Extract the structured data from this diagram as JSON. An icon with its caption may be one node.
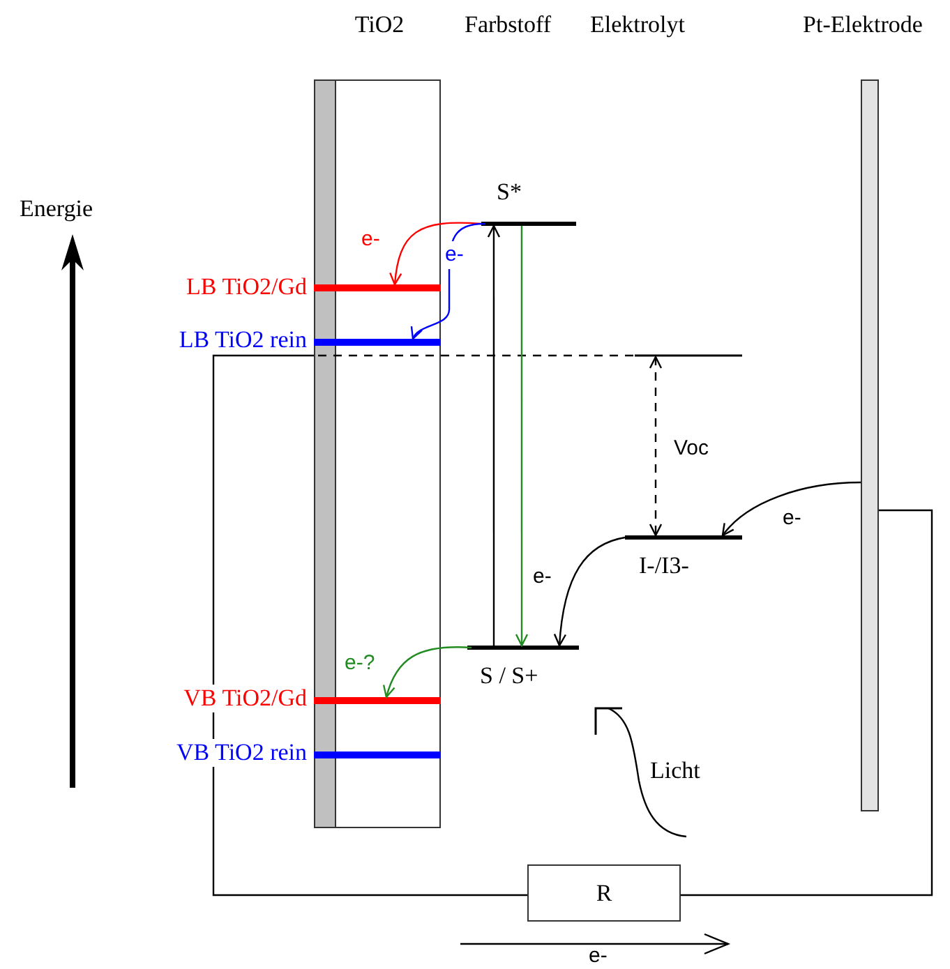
{
  "diagram": {
    "nodes": [
      {
        "text": [
          "TiO2"
        ]
      },
      {
        "text": [],
        "shape": "bar",
        "beside": [
          "LB TiO2/Gd"
        ],
        "in": 0
      },
      {
        "text": [],
        "shape": "bar",
        "beside": [
          "LB TiO2 rein"
        ],
        "in": 0
      },
      {
        "text": [],
        "shape": "bar",
        "beside": [
          "VB TiO2/Gd"
        ],
        "in": 0
      },
      {
        "text": [],
        "shape": "bar",
        "beside": [
          "VB TiO2 rein"
        ],
        "in": 0
      },
      {
        "text": [
          "S*"
        ]
      },
      {
        "text": [
          "S / S+"
        ]
      },
      {
        "text": [],
        "shape": "bar"
      },
      {
        "text": [
          "I-/I3-"
        ]
      },
      {
        "text": [
          "Pt-Elektrode"
        ]
      },
      {
        "text": [
          "R"
        ]
      }
    ],
    "edges": [
      {
        "from": 5,
        "to": 1,
        "arrow": "to",
        "label": "e-",
        "color": "#ff0000"
      },
      {
        "from": 5,
        "to": 2,
        "arrow": "to",
        "label": "e-",
        "color": "#0000ff"
      },
      {
        "from": 6,
        "to": 5,
        "arrow": "to"
      },
      {
        "from": 5,
        "to": 6,
        "arrow": "to",
        "color": "#228b22"
      },
      {
        "from": 6,
        "to": 3,
        "arrow": "to",
        "label": "e-?",
        "color": "#228b22"
      },
      {
        "from": 8,
        "to": 6,
        "arrow": "to",
        "label": "e-"
      },
      {
        "from": 9,
        "to": 8,
        "arrow": "to",
        "label": "e-"
      },
      {
        "from": 7,
        "to": 8,
        "arrow": "both",
        "label": "Voc",
        "style": "dashed"
      },
      {
        "from": 0,
        "to": 10,
        "arrow": "none"
      },
      {
        "from": 10,
        "to": 9,
        "arrow": "none"
      }
    ],
    "labels": [
      "Farbstoff",
      "Elektrolyt",
      "Energie",
      "Licht",
      "e-"
    ]
  }
}
